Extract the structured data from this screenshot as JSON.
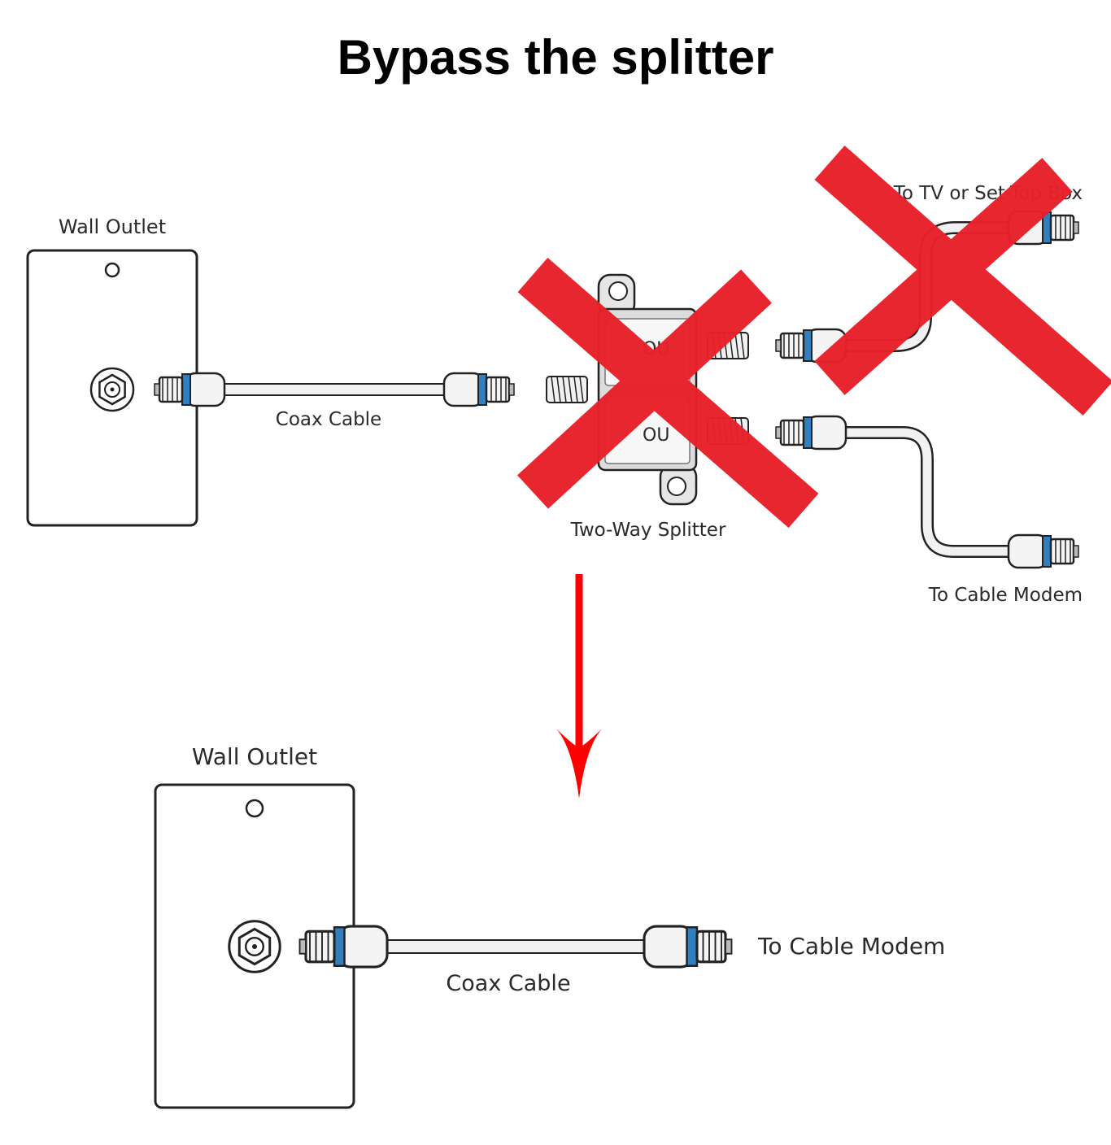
{
  "title": "Bypass the splitter",
  "before": {
    "wall_outlet_label": "Wall Outlet",
    "coax_cable_label": "Coax Cable",
    "splitter_label": "Two-Way Splitter",
    "splitter_port_out_top": "OU",
    "splitter_port_out_bottom": "OU",
    "tv_label": "To TV or Set-Top Box",
    "modem_label": "To Cable Modem"
  },
  "after": {
    "wall_outlet_label": "Wall Outlet",
    "coax_cable_label": "Coax Cable",
    "modem_label": "To Cable Modem"
  },
  "colors": {
    "connector_blue": "#2f7fc1",
    "cross_red": "#e8202a",
    "arrow_red": "#ff0000",
    "line": "#222222"
  },
  "icons": [
    "coax-port-icon",
    "coax-connector-icon",
    "splitter-icon",
    "red-x-icon",
    "down-arrow-icon"
  ]
}
